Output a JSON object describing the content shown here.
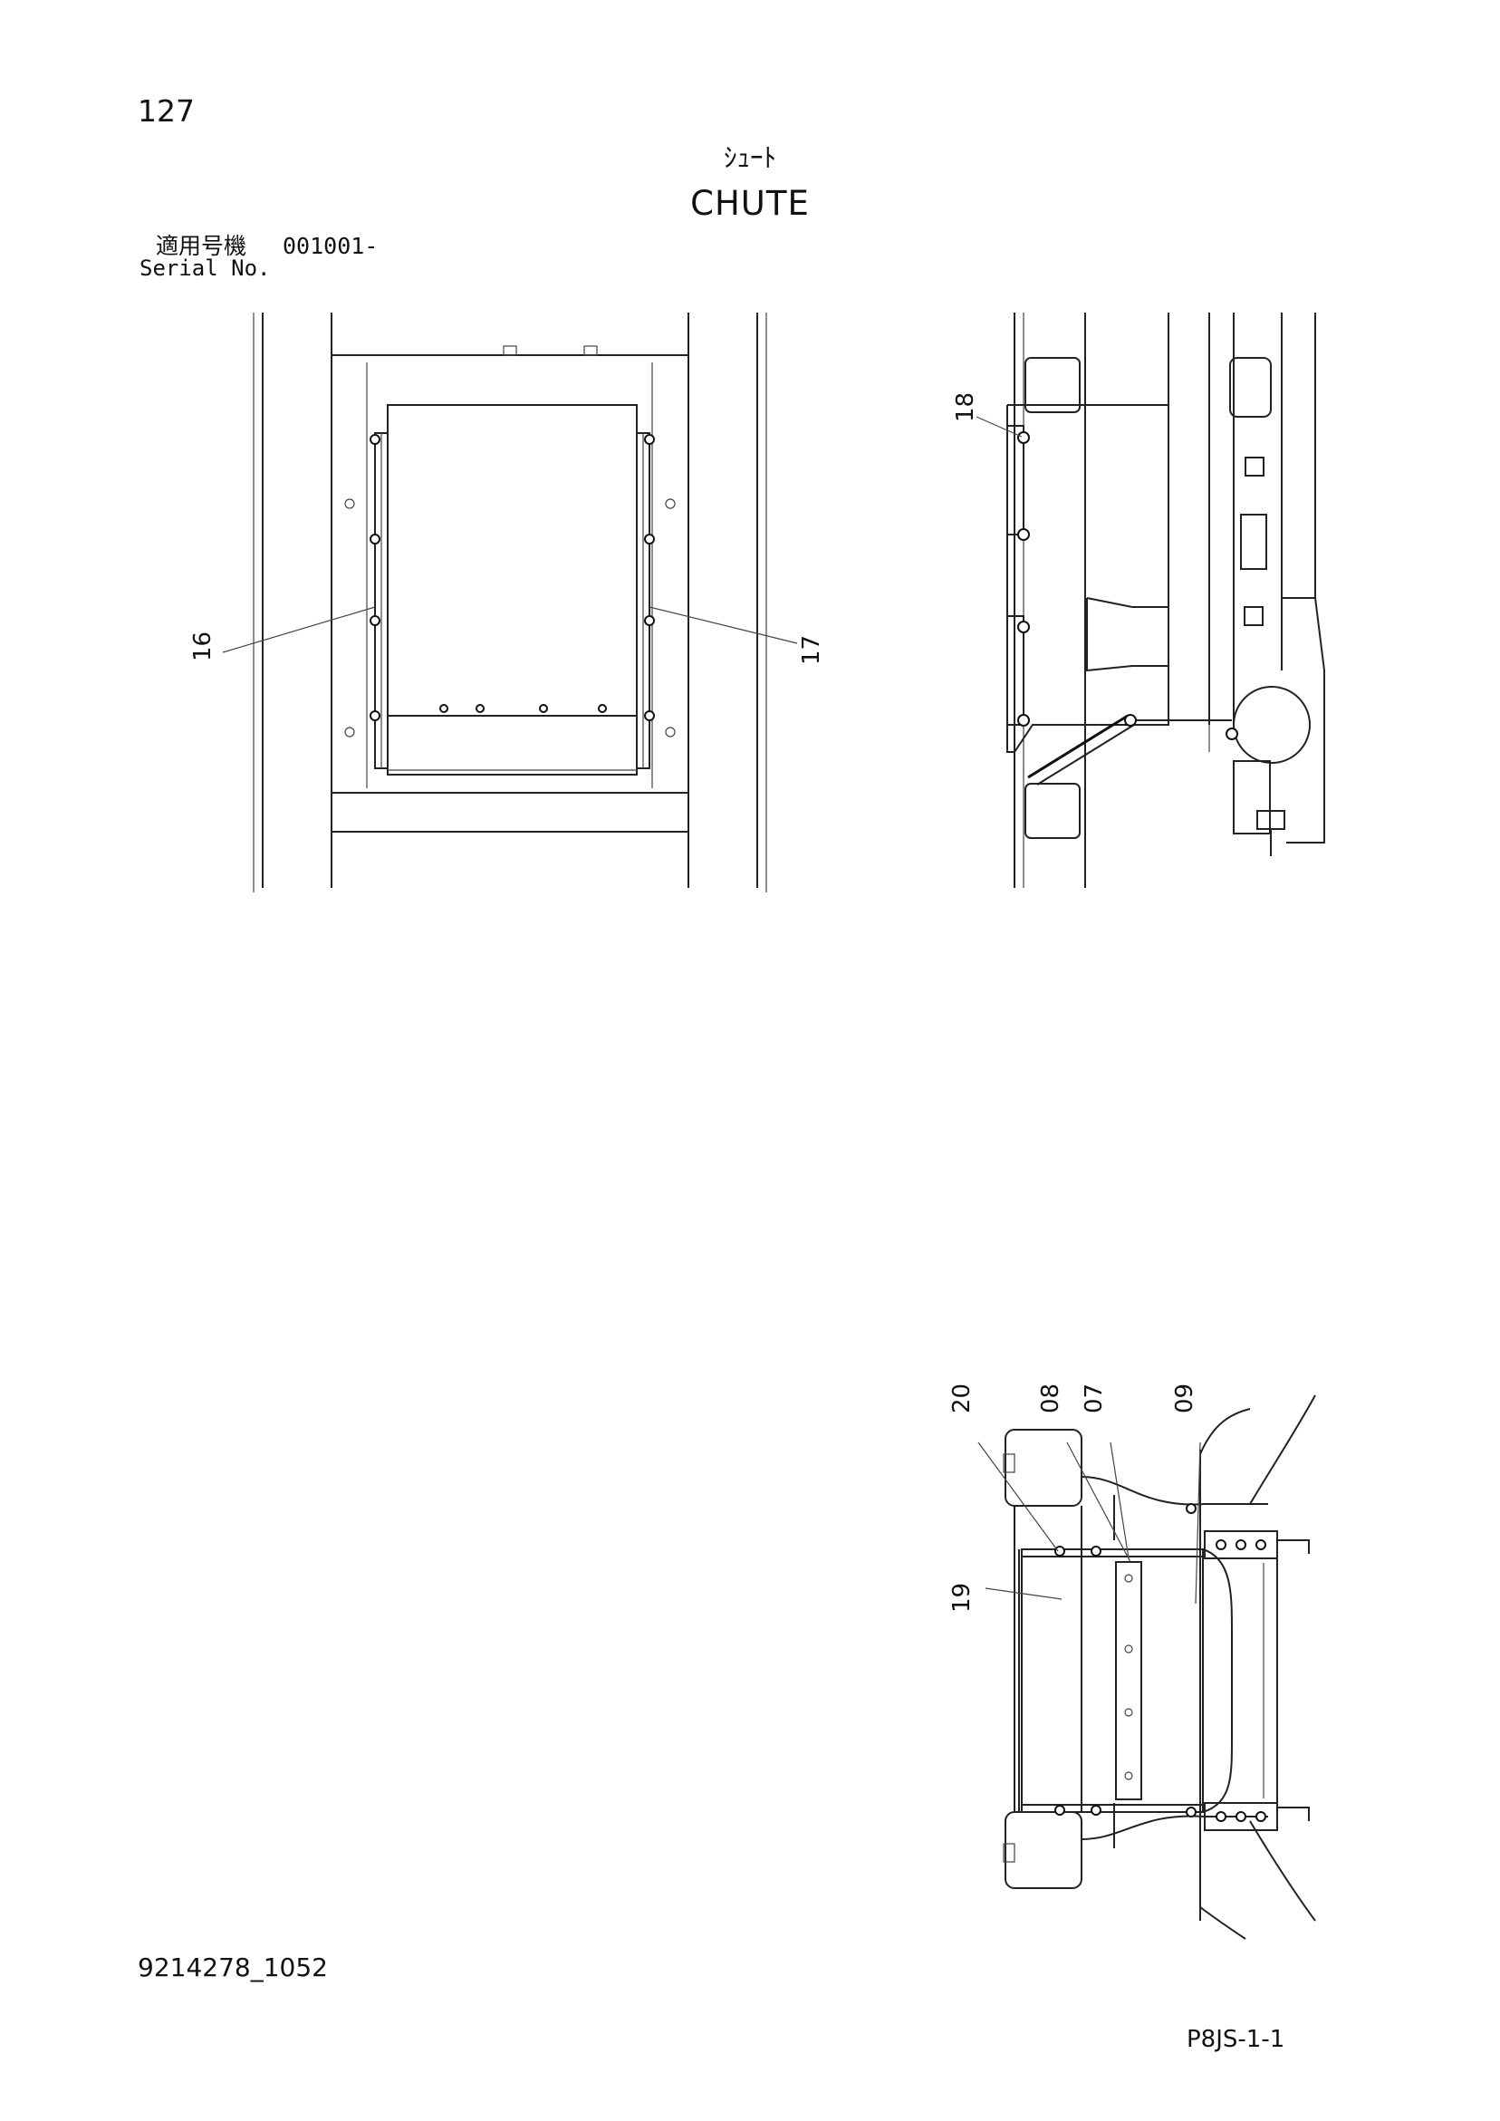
{
  "header": {
    "page_number": "127",
    "title_jp": "ｼｭｰﾄ",
    "title_en": "CHUTE",
    "serial_label_jp": "適用号機",
    "serial_range": "001001-",
    "serial_label_en": "Serial No."
  },
  "footer": {
    "doc_code": "9214278_1052",
    "sheet_code": "P8JS-1-1"
  },
  "callouts": {
    "c16": "16",
    "c17": "17",
    "c18": "18",
    "c19": "19",
    "c20": "20",
    "c08": "08",
    "c07": "07",
    "c09": "09"
  }
}
